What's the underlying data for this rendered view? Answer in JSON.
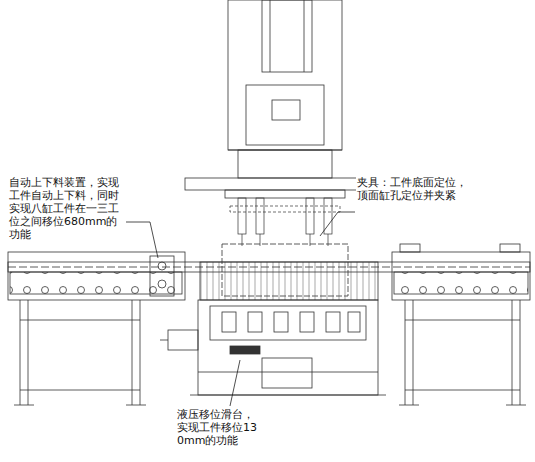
{
  "diagram": {
    "labels": [
      "自动上下料装置，实现工件自动上下料，同时实现八缸工件在一三工位之间移位680mm的功能",
      "夹具：工件底面定位，顶面缸孔定位并夹紧",
      "液压移位滑台，实现工件移位130mm的功能"
    ]
  }
}
